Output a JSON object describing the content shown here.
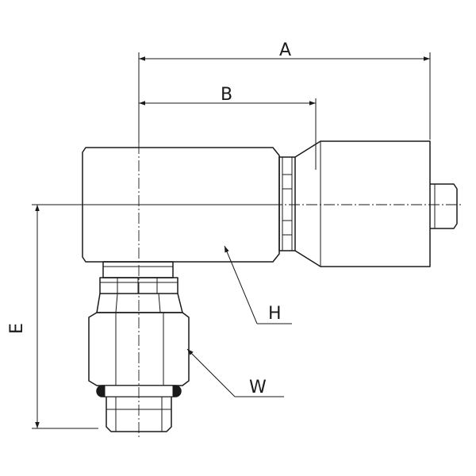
{
  "diagram": {
    "labels": {
      "a": "A",
      "b": "B",
      "e": "E",
      "h": "H",
      "w": "W"
    },
    "colors": {
      "line": "#1a1a1a",
      "background": "#ffffff"
    }
  }
}
